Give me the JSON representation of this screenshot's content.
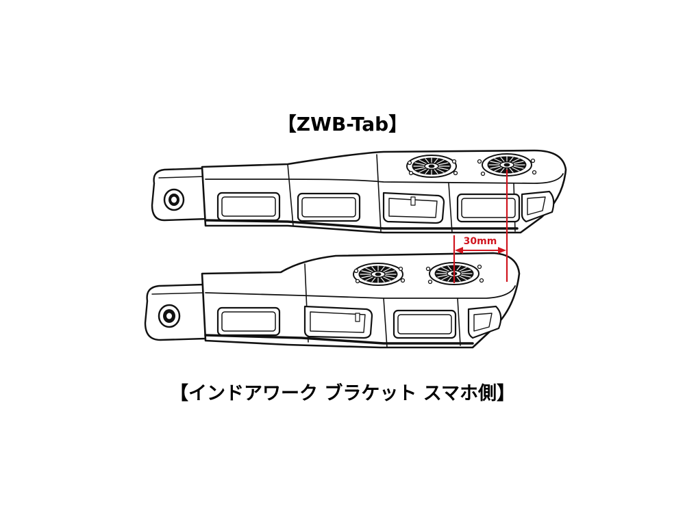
{
  "labels": {
    "top": "【ZWB-Tab】",
    "bottom": "【インドアワーク ブラケット スマホ側】"
  },
  "dimension": {
    "text": "30mm",
    "color": "#d0141e"
  },
  "colors": {
    "line": "#111111",
    "background": "#ffffff"
  }
}
